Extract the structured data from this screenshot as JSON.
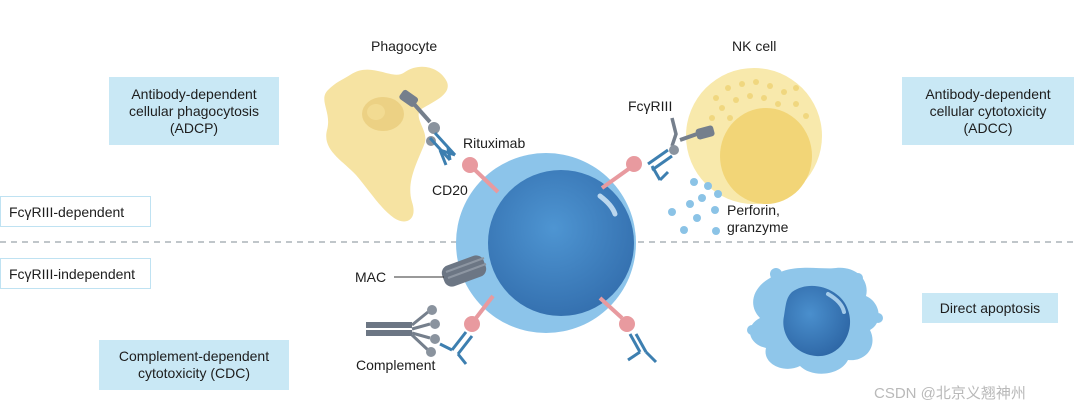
{
  "boxes": {
    "adcp": "Antibody-dependent\ncellular phagocytosis\n(ADCP)",
    "adcc": "Antibody-dependent\ncellular cytotoxicity\n(ADCC)",
    "cdc": "Complement-dependent\ncytotoxicity (CDC)",
    "apoptosis": "Direct apoptosis"
  },
  "tags": {
    "dependent": "FcγRIII-dependent",
    "independent": "FcγRIII-independent"
  },
  "labels": {
    "phagocyte": "Phagocyte",
    "nk_cell": "NK cell",
    "fcgriii": "FcγRIII",
    "rituximab": "Rituximab",
    "cd20": "CD20",
    "perforin": "Perforin,\ngranzyme",
    "mac": "MAC",
    "complement": "Complement"
  },
  "watermark": "CSDN @北京义翘神州",
  "colors": {
    "box_fill": "#c9e8f5",
    "antibody": "#3d7fb0",
    "cd20": "#e89a9f",
    "bcell_outer": "#8cc4ea",
    "bcell_inner": "#3f86c6",
    "phagocyte": "#f6e3a2",
    "nk_cell": "#f8e9ac",
    "receptor": "#757f8c",
    "apoptotic": "#8fc6ea"
  }
}
